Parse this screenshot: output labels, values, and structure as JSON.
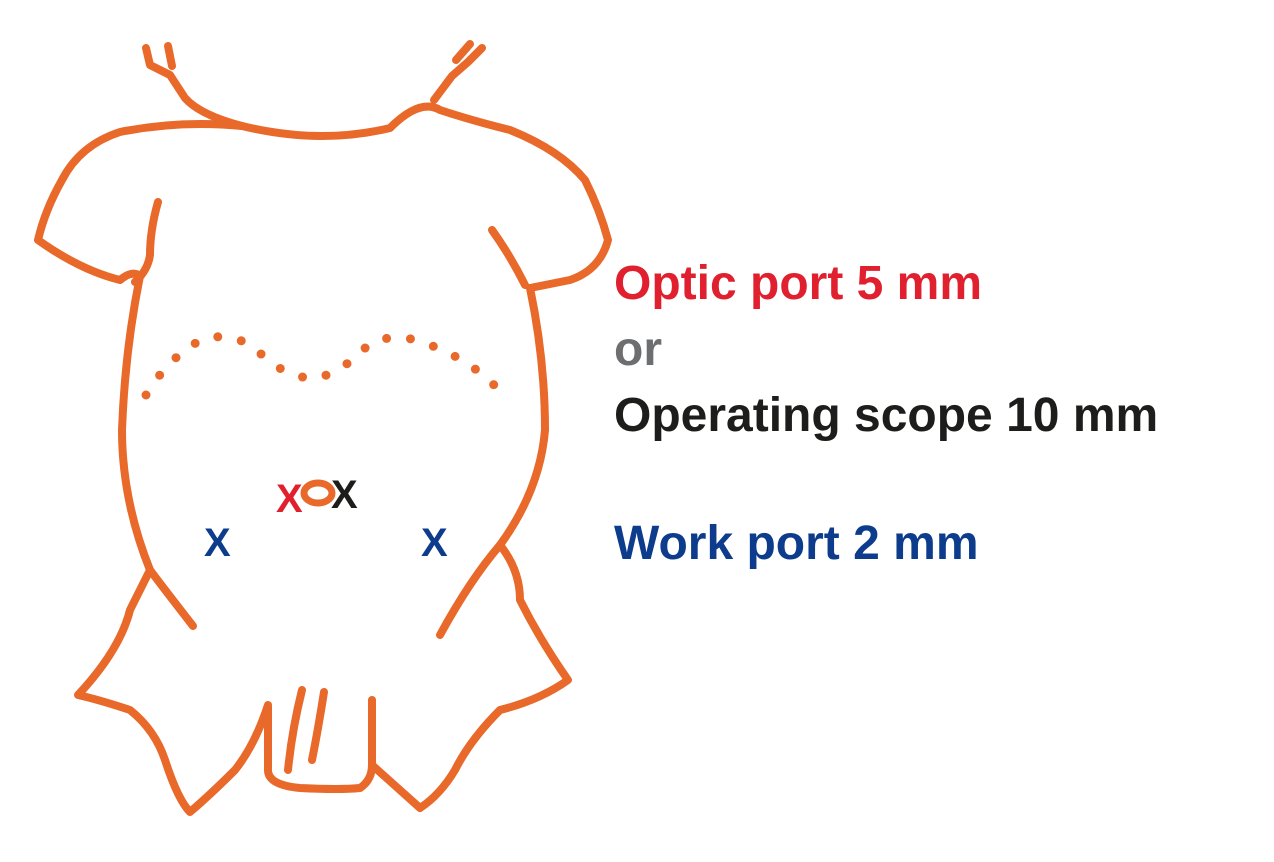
{
  "markers": {
    "optic": "X",
    "scope": "X",
    "work_left": "X",
    "work_right": "X"
  },
  "legend": {
    "optic_port": "Optic port 5 mm",
    "or": "or",
    "operating_scope": "Operating scope 10 mm",
    "work_port": "Work port 2 mm"
  },
  "colors": {
    "outline": "#e8692a",
    "optic": "#e0202f",
    "or": "#6d6e70",
    "scope": "#1d1d1b",
    "work": "#0d3c8c"
  }
}
